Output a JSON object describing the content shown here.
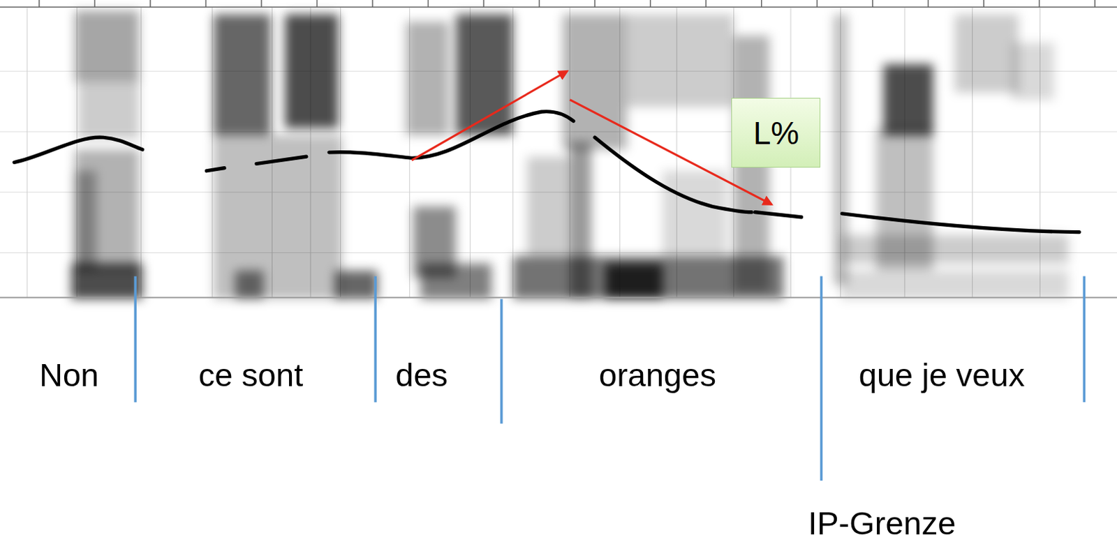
{
  "diagram": {
    "nodes": [
      {
        "text": [
          "L%"
        ]
      }
    ],
    "labels": [
      "Non",
      "ce sont",
      "des",
      "oranges",
      "que je veux",
      "IP-Grenze"
    ]
  }
}
